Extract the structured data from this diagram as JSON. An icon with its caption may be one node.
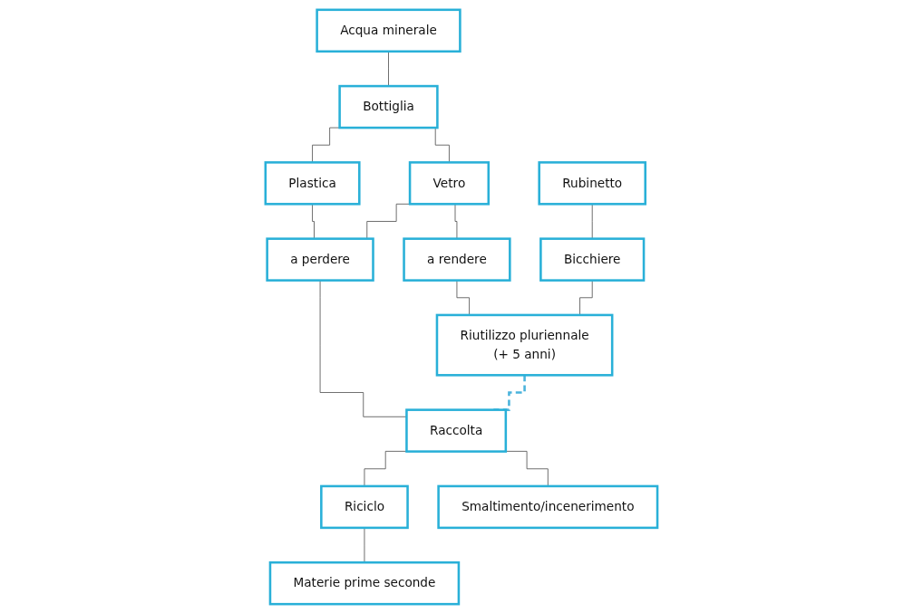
{
  "diagram": {
    "nodes": [
      {
        "text": [
          "Acqua minerale"
        ]
      },
      {
        "text": [
          "Bottiglia"
        ]
      },
      {
        "text": [
          "Plastica"
        ]
      },
      {
        "text": [
          "Vetro"
        ]
      },
      {
        "text": [
          "a perdere"
        ]
      },
      {
        "text": [
          "a rendere"
        ]
      },
      {
        "text": [
          "Rubinetto"
        ]
      },
      {
        "text": [
          "Bicchiere"
        ]
      },
      {
        "text": [
          "Riutilizzo pluriennale",
          "(+ 5 anni)"
        ]
      },
      {
        "text": [
          "Raccolta"
        ]
      },
      {
        "text": [
          "Riciclo"
        ]
      },
      {
        "text": [
          "Smaltimento/incenerimento"
        ]
      },
      {
        "text": [
          "Materie prime seconde"
        ]
      }
    ],
    "edges": [
      {
        "from": 0,
        "to": 1,
        "arrow": "none"
      },
      {
        "from": 1,
        "to": 2,
        "arrow": "none"
      },
      {
        "from": 1,
        "to": 3,
        "arrow": "none"
      },
      {
        "from": 2,
        "to": 4,
        "arrow": "none"
      },
      {
        "from": 3,
        "to": 4,
        "arrow": "none"
      },
      {
        "from": 3,
        "to": 5,
        "arrow": "none"
      },
      {
        "from": 6,
        "to": 7,
        "arrow": "none"
      },
      {
        "from": 7,
        "to": 8,
        "arrow": "none"
      },
      {
        "from": 5,
        "to": 8,
        "arrow": "none"
      },
      {
        "from": 4,
        "to": 9,
        "arrow": "none"
      },
      {
        "from": 8,
        "to": 9,
        "arrow": "none",
        "style": "dashed",
        "color": "#4ab3dc"
      },
      {
        "from": 9,
        "to": 10,
        "arrow": "none"
      },
      {
        "from": 9,
        "to": 11,
        "arrow": "none"
      },
      {
        "from": 10,
        "to": 12,
        "arrow": "none"
      }
    ]
  }
}
